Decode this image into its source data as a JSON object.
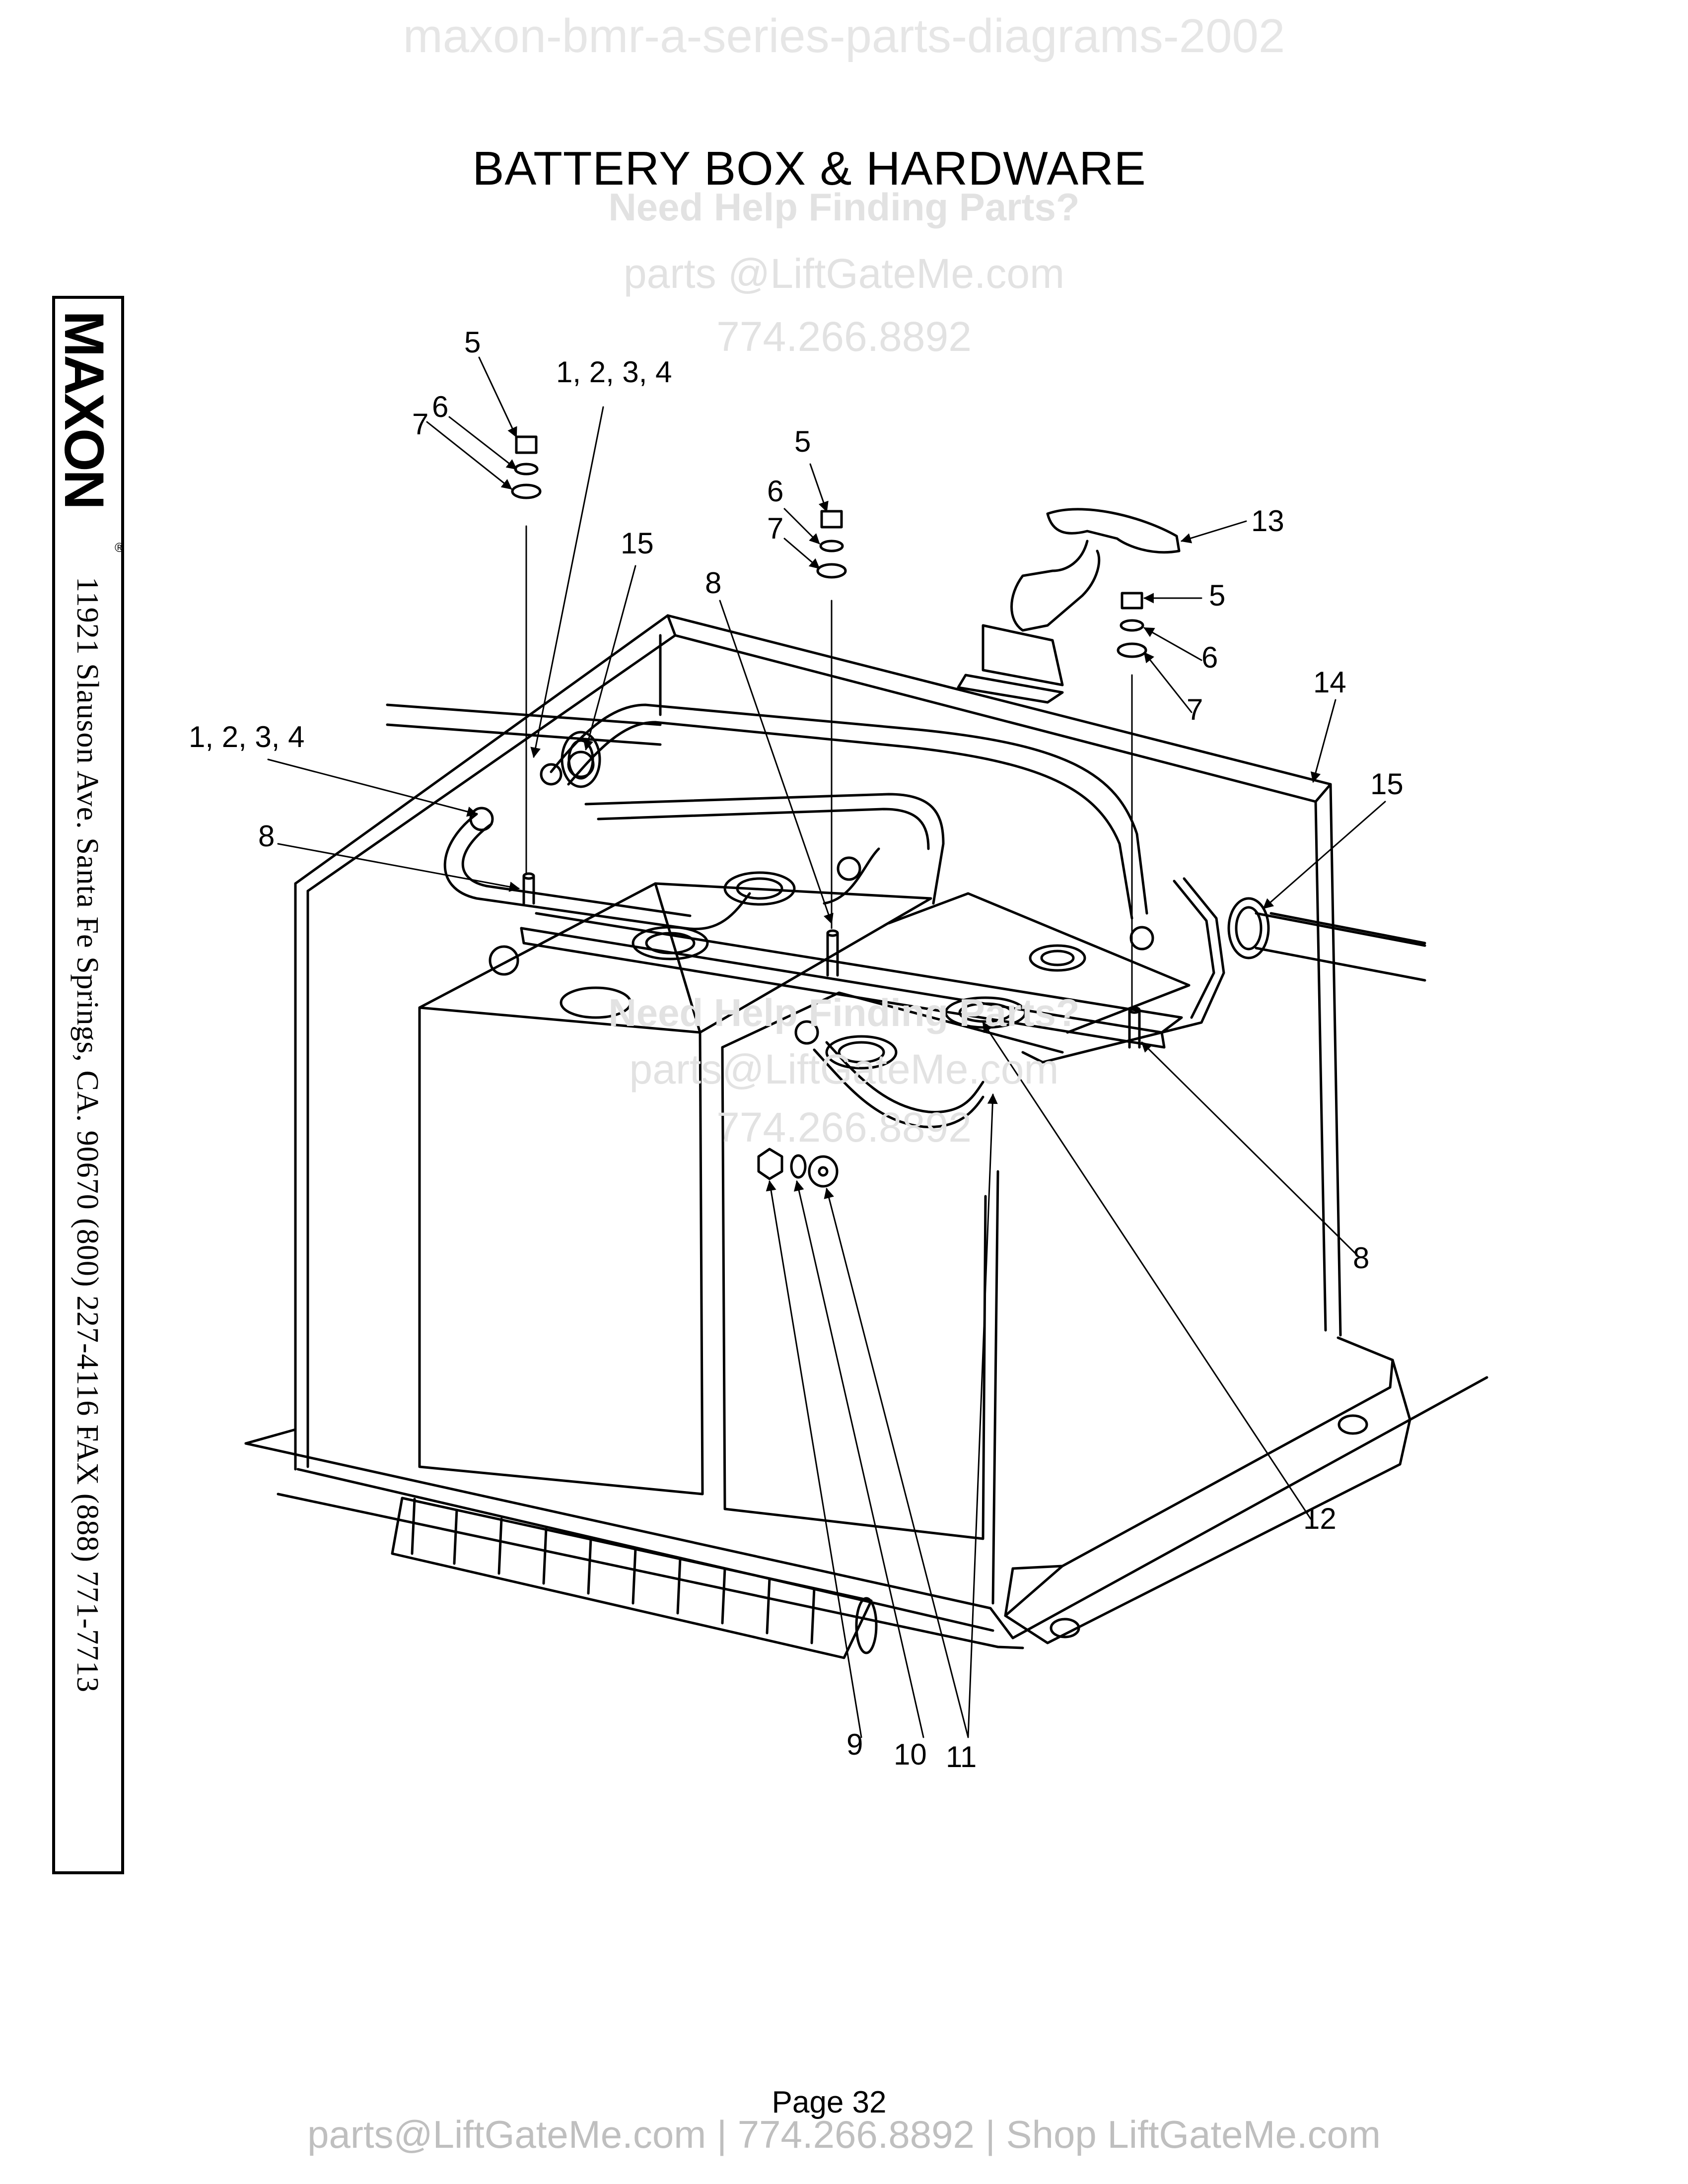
{
  "watermark": {
    "top": "maxon-bmr-a-series-parts-diagrams-2002",
    "help": "Need Help Finding Parts?",
    "email": "parts @LiftGateMe.com",
    "phone": "774.266.8892",
    "help2": "Need Help Finding Parts?",
    "email2": "parts@LiftGateMe.com",
    "phone2": "774.266.8892"
  },
  "title": "BATTERY BOX & HARDWARE",
  "sidebar": {
    "logo": "MAXON",
    "registered": "®",
    "address": "11921 Slauson Ave.  Santa Fe Springs, CA.  90670  (800) 227-4116  FAX (888) 771-7713"
  },
  "callouts": [
    {
      "id": "c5a",
      "label": "5"
    },
    {
      "id": "c6a",
      "label": "6"
    },
    {
      "id": "c7a",
      "label": "7"
    },
    {
      "id": "c1234a",
      "label": "1, 2, 3, 4"
    },
    {
      "id": "c5b",
      "label": "5"
    },
    {
      "id": "c6b",
      "label": "6"
    },
    {
      "id": "c7b",
      "label": "7"
    },
    {
      "id": "c15a",
      "label": "15"
    },
    {
      "id": "c8a",
      "label": "8"
    },
    {
      "id": "c13",
      "label": "13"
    },
    {
      "id": "c5c",
      "label": "5"
    },
    {
      "id": "c6c",
      "label": "6"
    },
    {
      "id": "c7c",
      "label": "7"
    },
    {
      "id": "c14",
      "label": "14"
    },
    {
      "id": "c15b",
      "label": "15"
    },
    {
      "id": "c1234b",
      "label": "1, 2, 3, 4"
    },
    {
      "id": "c8b",
      "label": "8"
    },
    {
      "id": "c8c",
      "label": "8"
    },
    {
      "id": "c12",
      "label": "12"
    },
    {
      "id": "c9",
      "label": "9"
    },
    {
      "id": "c10",
      "label": "10"
    },
    {
      "id": "c11",
      "label": "11"
    }
  ],
  "page": "Page  32",
  "footer": "parts@LiftGateMe.com | 774.266.8892 | Shop LiftGateMe.com"
}
